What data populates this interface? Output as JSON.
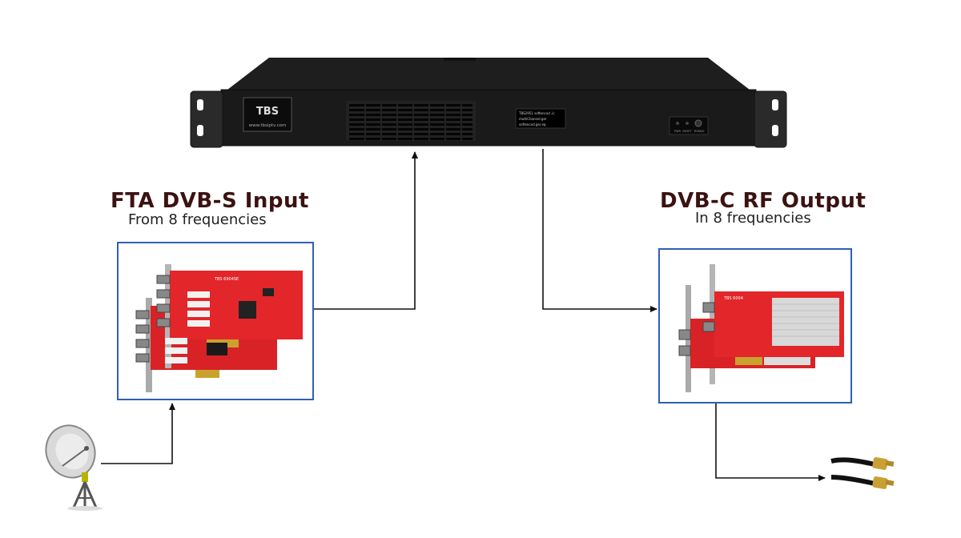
{
  "input": {
    "title": "FTA DVB-S Input",
    "subtitle": "From 8 frequencies"
  },
  "output": {
    "title": "DVB-C RF Output",
    "subtitle": "In 8 frequencies"
  },
  "device": {
    "logo_text": "TBS",
    "url_text": "www.tbsiptv.com",
    "lcd_lines": [
      "TBS2951 softencod .ic",
      "multiChannel.ger",
      "softencod.ger.eq"
    ],
    "button_labels": [
      "PWR",
      "RESET",
      "ROKNO"
    ]
  },
  "cards": {
    "input_card_label": "TBS 6904SE",
    "output_card_label": "TBS 6004"
  },
  "colors": {
    "accent_blue": "#2f5fb7",
    "card_red": "#e3262a",
    "title_brown": "#3b1212"
  }
}
